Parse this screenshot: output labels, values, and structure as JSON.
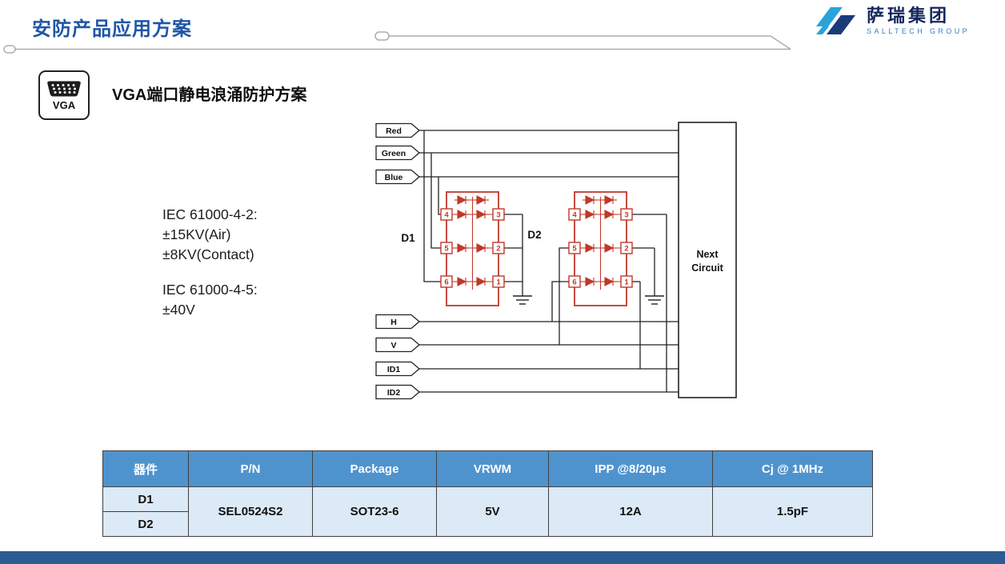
{
  "header": {
    "title": "安防产品应用方案"
  },
  "logo": {
    "cn": "萨瑞集团",
    "en": "SALLTECH GROUP"
  },
  "section": {
    "icon_label": "VGA",
    "heading": "VGA端口静电浪涌防护方案"
  },
  "specs": {
    "esd_title": "IEC 61000-4-2:",
    "esd_air": "±15KV(Air)",
    "esd_contact": "±8KV(Contact)",
    "surge_title": "IEC 61000-4-5:",
    "surge_value": "±40V"
  },
  "diagram": {
    "signals": [
      "Red",
      "Green",
      "Blue",
      "H",
      "V",
      "ID1",
      "ID2"
    ],
    "components": [
      {
        "label": "D1"
      },
      {
        "label": "D2"
      }
    ],
    "pins_left": [
      "4",
      "5",
      "6"
    ],
    "pins_right": [
      "3",
      "2",
      "1"
    ],
    "next_circuit": {
      "line1": "Next",
      "line2": "Circuit"
    }
  },
  "table": {
    "headers": [
      "器件",
      "P/N",
      "Package",
      "VRWM",
      "IPP @8/20μs",
      "Cj @ 1MHz"
    ],
    "rows": [
      {
        "device": "D1"
      },
      {
        "device": "D2"
      }
    ],
    "shared": {
      "pn": "SEL0524S2",
      "package": "SOT23-6",
      "vrwm": "5V",
      "ipp": "12A",
      "cj": "1.5pF"
    }
  },
  "colors": {
    "title_blue": "#1f56a5",
    "table_header_blue": "#4f93ce",
    "table_body_blue": "#dce9f7",
    "schematic_red": "#c0392b",
    "logo_light_blue": "#29a3dc",
    "logo_navy": "#1b3a78",
    "footer_blue": "#2b5c92"
  }
}
